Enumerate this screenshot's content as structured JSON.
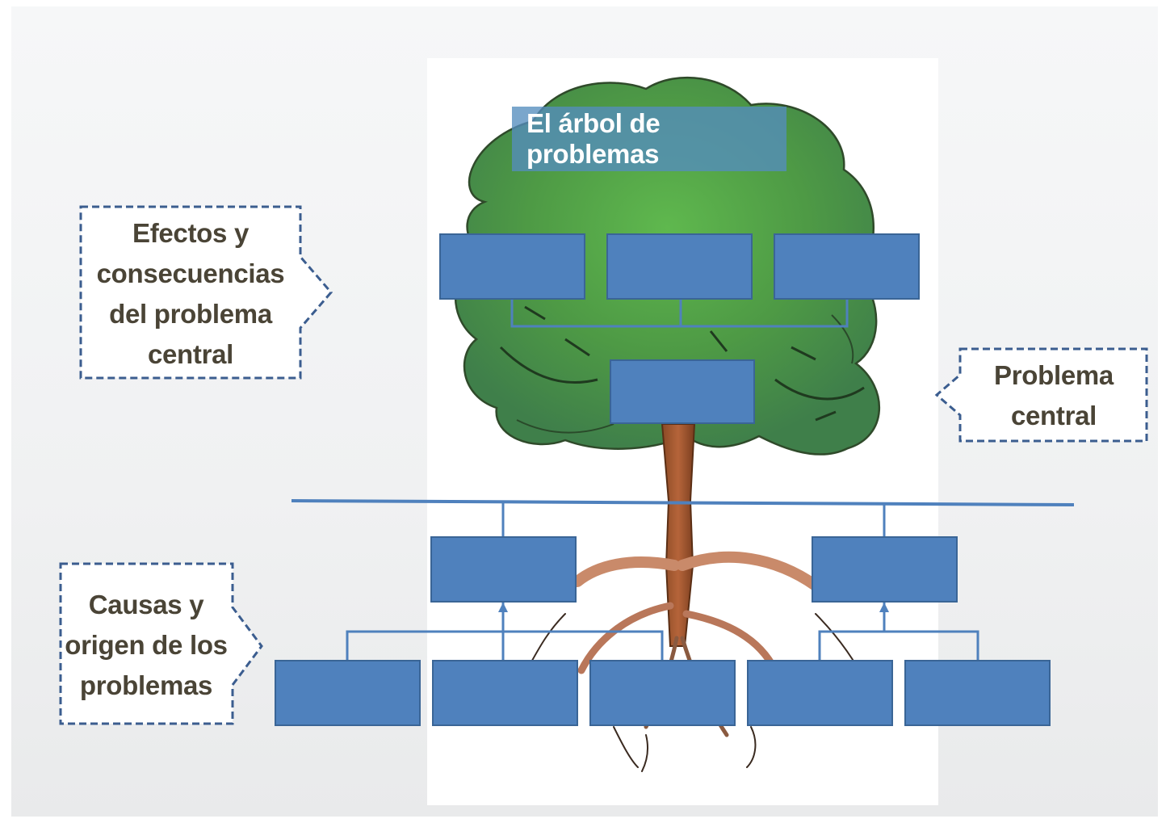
{
  "diagram": {
    "title": "El árbol de problemas",
    "callouts": {
      "effects": "Efectos y\nconsecuencias\ndel problema\ncentral",
      "central": "Problema\ncentral",
      "causes": "Causas y\norigen de los\nproblemas"
    },
    "colors": {
      "box_fill": "#4f81bd",
      "box_border": "#3a6596",
      "connector": "#4f81bd",
      "callout_border": "#3b5d8f",
      "callout_text": "#4a4436",
      "foliage": "#5a9a4a",
      "trunk": "#a0522d"
    }
  }
}
